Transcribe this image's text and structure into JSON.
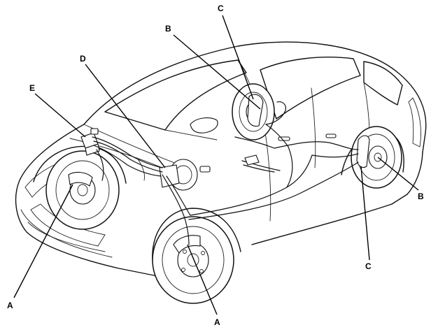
{
  "diagram": {
    "callouts": [
      {
        "id": "callout-c-top",
        "text": "C"
      },
      {
        "id": "callout-b-top",
        "text": "B"
      },
      {
        "id": "callout-d",
        "text": "D"
      },
      {
        "id": "callout-e",
        "text": "E"
      },
      {
        "id": "callout-b-right",
        "text": "B"
      },
      {
        "id": "callout-c-bottom",
        "text": "C"
      },
      {
        "id": "callout-a-left",
        "text": "A"
      },
      {
        "id": "callout-a-bottom",
        "text": "A"
      }
    ]
  }
}
